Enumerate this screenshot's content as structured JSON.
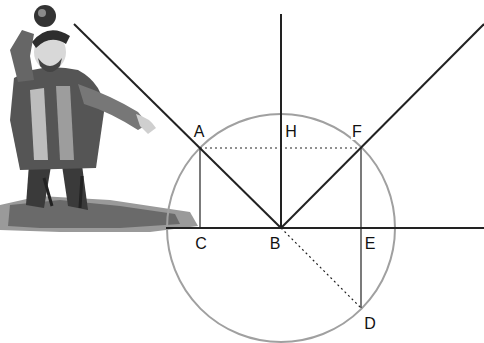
{
  "diagram": {
    "labels": [
      "A",
      "H",
      "F",
      "C",
      "B",
      "E",
      "D"
    ]
  }
}
